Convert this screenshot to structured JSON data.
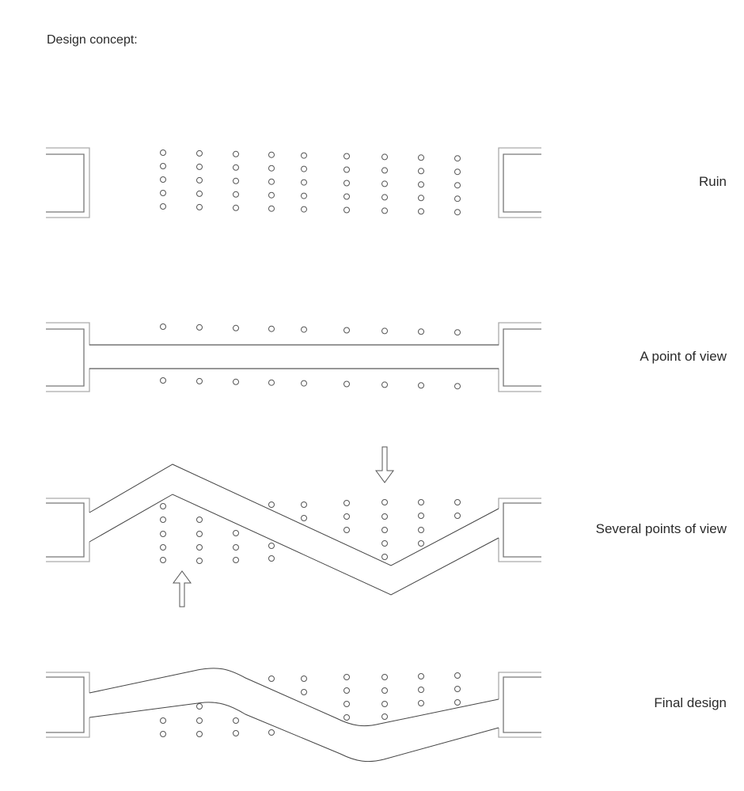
{
  "title": "Design concept:",
  "stages": [
    {
      "label": "Ruin"
    },
    {
      "label": "A point of view"
    },
    {
      "label": "Several points of view"
    },
    {
      "label": "Final design"
    }
  ]
}
